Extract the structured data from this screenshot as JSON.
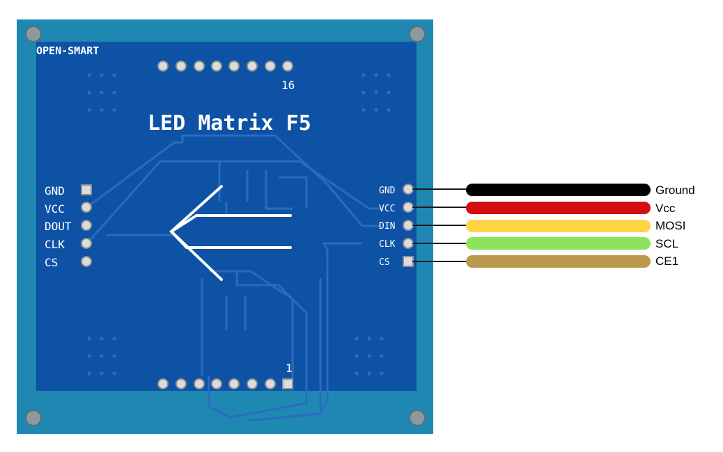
{
  "board": {
    "brand": "OPEN-SMART",
    "title": "LED Matrix F5",
    "pin16_label": "16",
    "pin1_label": "1"
  },
  "left_header": {
    "pins": [
      "GND",
      "VCC",
      "DOUT",
      "CLK",
      "CS"
    ]
  },
  "right_header": {
    "pins": [
      "GND",
      "VCC",
      "DIN",
      "CLK",
      "CS"
    ]
  },
  "wires": [
    {
      "label": "Ground",
      "color": "#000000"
    },
    {
      "label": "Vcc",
      "color": "#d40d0d"
    },
    {
      "label": "MOSI",
      "color": "#fdd443"
    },
    {
      "label": "SCL",
      "color": "#8de45c"
    },
    {
      "label": "CE1",
      "color": "#bb9a4d"
    }
  ],
  "colors": {
    "pcb_outer": "#1e8ab0",
    "pcb_inner": "#0d51a8",
    "trace": "#1a62b8"
  }
}
